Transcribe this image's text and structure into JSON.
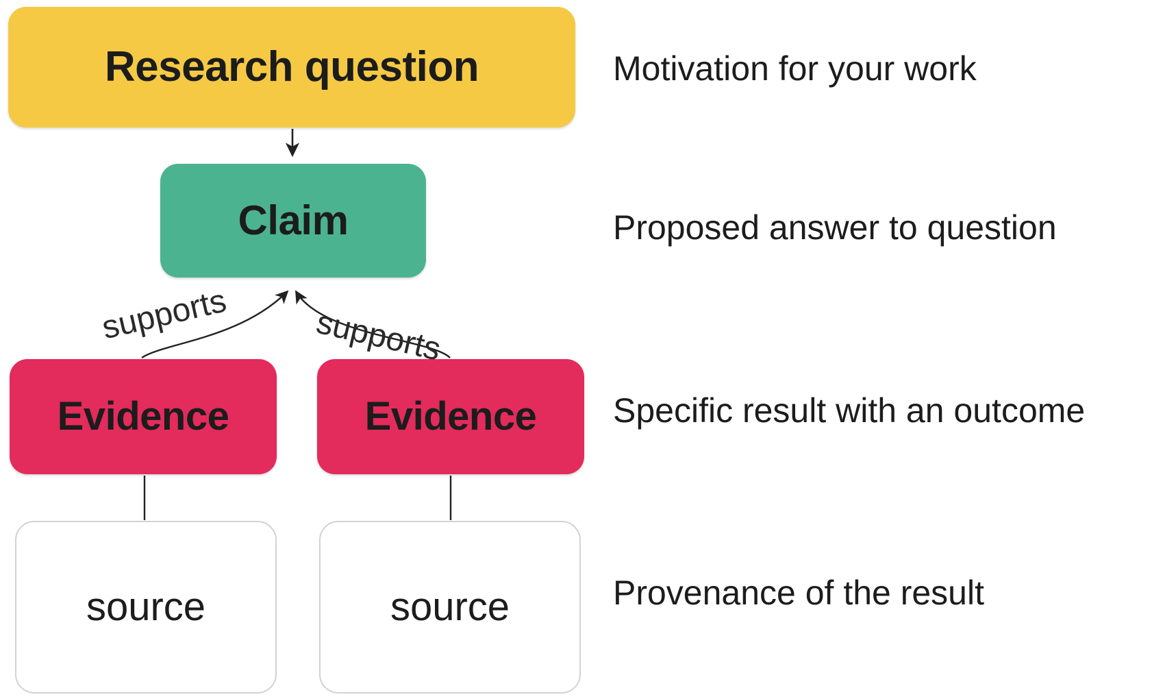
{
  "diagram": {
    "title": "Research argumentation structure",
    "background": "#ffffff",
    "nodes": [
      {
        "id": "research-question",
        "label": "Research question",
        "color": "#F5C944",
        "text_color": "#1c1c1c",
        "shape": "rounded-rectangle"
      },
      {
        "id": "claim",
        "label": "Claim",
        "color": "#4CB391",
        "text_color": "#1c1c1c",
        "shape": "rounded-rectangle"
      },
      {
        "id": "evidence-left",
        "label": "Evidence",
        "color": "#E32B5C",
        "text_color": "#1c1c1c",
        "shape": "rounded-rectangle"
      },
      {
        "id": "evidence-right",
        "label": "Evidence",
        "color": "#E32B5C",
        "text_color": "#1c1c1c",
        "shape": "rounded-rectangle"
      },
      {
        "id": "source-left",
        "label": "source",
        "color": "#ffffff",
        "border_color": "#d2d2d2",
        "text_color": "#1c1c1c",
        "shape": "rounded-rectangle"
      },
      {
        "id": "source-right",
        "label": "source",
        "color": "#ffffff",
        "border_color": "#d2d2d2",
        "text_color": "#1c1c1c",
        "shape": "rounded-rectangle"
      }
    ],
    "edges": [
      {
        "from": "research-question",
        "to": "claim",
        "label": "",
        "arrow": "to",
        "style": "straight"
      },
      {
        "from": "evidence-left",
        "to": "claim",
        "label": "supports",
        "arrow": "to",
        "style": "curved"
      },
      {
        "from": "evidence-right",
        "to": "claim",
        "label": "supports",
        "arrow": "to",
        "style": "curved"
      },
      {
        "from": "evidence-left",
        "to": "source-left",
        "label": "",
        "arrow": "none",
        "style": "straight"
      },
      {
        "from": "evidence-right",
        "to": "source-right",
        "label": "",
        "arrow": "none",
        "style": "straight"
      }
    ],
    "edge_labels": {
      "supports_left": "supports",
      "supports_right": "supports"
    },
    "annotations": [
      {
        "for": "research-question",
        "text": "Motivation for your work"
      },
      {
        "for": "claim",
        "text": "Proposed answer to question"
      },
      {
        "for": "evidence",
        "text": "Specific result with an outcome"
      },
      {
        "for": "source",
        "text": "Provenance of the result"
      }
    ],
    "edge_color": "#222222"
  }
}
